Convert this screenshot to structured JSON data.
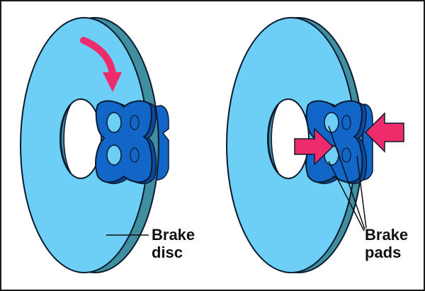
{
  "labels": {
    "disc": [
      "Brake",
      "disc"
    ],
    "pads": [
      "Brake",
      "pads"
    ]
  },
  "colors": {
    "disc_face": "#6dcff6",
    "disc_edge": "#3f8fa0",
    "disc_outline": "#0b1a2e",
    "pad_body": "#1166c8",
    "pad_shadow": "#0a4aa0",
    "pad_back": "#1a1a7a",
    "pad_hole": "#6dcff6",
    "arrow": "#ee2c6c",
    "leader_line": "#111111"
  },
  "icons": [
    "rotation-arrow-icon",
    "clamp-arrow-left-icon",
    "clamp-arrow-right-icon"
  ]
}
